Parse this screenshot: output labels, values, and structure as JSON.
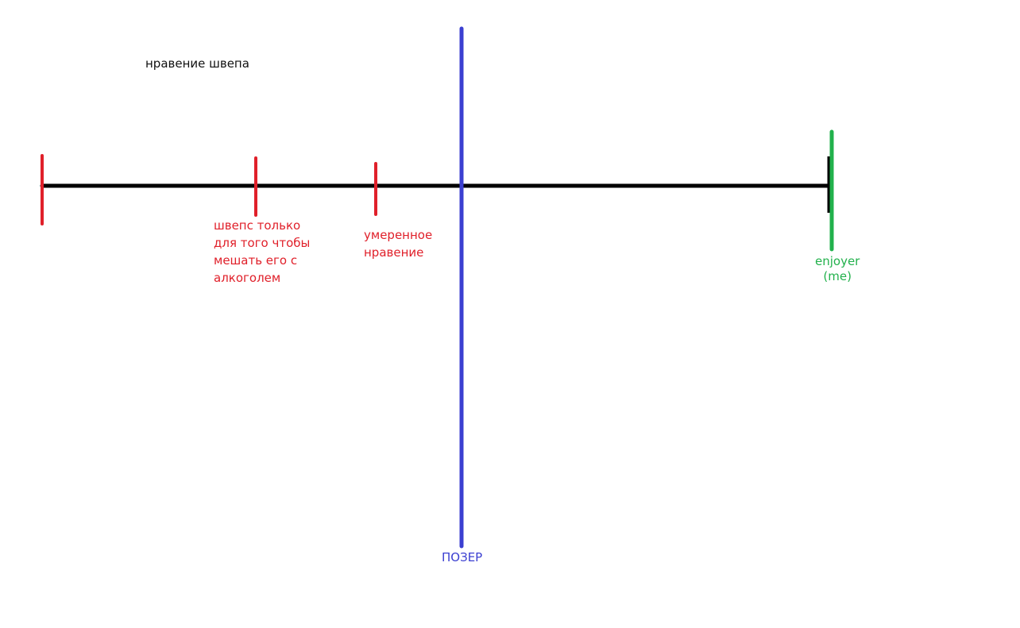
{
  "title": "нравение швепа",
  "colors": {
    "axis": "#000000",
    "red": "#e0202a",
    "blue": "#3b3fd1",
    "green": "#22b14c"
  },
  "labels": {
    "only_for_mixing": "швепс только\nдля того чтобы\nмешать его с\nалкоголем",
    "moderate": "умеренное\nнравение",
    "poser": "ПОЗЕР",
    "enjoyer": "enjoyer\n(me)"
  }
}
